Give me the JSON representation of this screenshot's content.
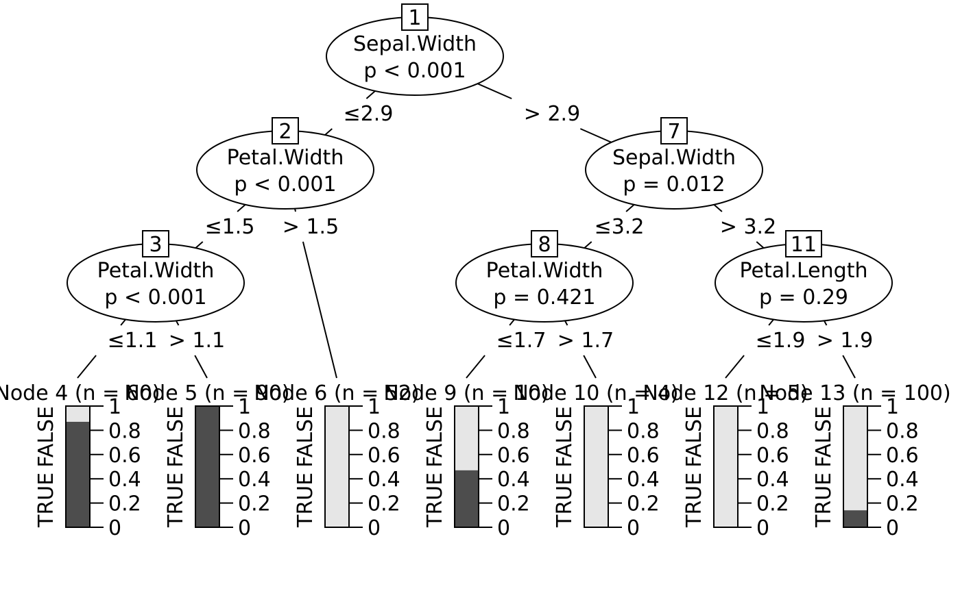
{
  "colors": {
    "true_fill": "#4d4d4d",
    "false_fill": "#e6e6e6",
    "stroke": "#000000"
  },
  "tree": {
    "inner_nodes": [
      {
        "id": "1",
        "variable": "Sepal.Width",
        "p": "p < 0.001"
      },
      {
        "id": "2",
        "variable": "Petal.Width",
        "p": "p < 0.001"
      },
      {
        "id": "3",
        "variable": "Petal.Width",
        "p": "p < 0.001"
      },
      {
        "id": "7",
        "variable": "Sepal.Width",
        "p": "p = 0.012"
      },
      {
        "id": "8",
        "variable": "Petal.Width",
        "p": "p = 0.421"
      },
      {
        "id": "11",
        "variable": "Petal.Length",
        "p": "p = 0.29"
      }
    ],
    "splits": [
      {
        "from": "1",
        "to": "2",
        "label": "≤2.9"
      },
      {
        "from": "1",
        "to": "7",
        "label": "> 2.9"
      },
      {
        "from": "2",
        "to": "3",
        "label": "≤1.5"
      },
      {
        "from": "2",
        "to": "6",
        "label": "> 1.5"
      },
      {
        "from": "3",
        "to": "4",
        "label": "≤1.1"
      },
      {
        "from": "3",
        "to": "5",
        "label": "> 1.1"
      },
      {
        "from": "7",
        "to": "8",
        "label": "≤3.2"
      },
      {
        "from": "7",
        "to": "11",
        "label": "> 3.2"
      },
      {
        "from": "8",
        "to": "9",
        "label": "≤1.7"
      },
      {
        "from": "8",
        "to": "10",
        "label": "> 1.7"
      },
      {
        "from": "11",
        "to": "12",
        "label": "≤1.9"
      },
      {
        "from": "11",
        "to": "13",
        "label": "> 1.9"
      }
    ],
    "terminal_nodes": [
      {
        "id": "4",
        "title": "Node 4 (n = 60)",
        "true_fraction": 0.87
      },
      {
        "id": "5",
        "title": "Node 5 (n = 90)",
        "true_fraction": 1.0
      },
      {
        "id": "6",
        "title": "Node 6 (n = 52)",
        "true_fraction": 0.0
      },
      {
        "id": "9",
        "title": "Node 9 (n = 10)",
        "true_fraction": 0.47
      },
      {
        "id": "10",
        "title": "Node 10 (n = 4)",
        "true_fraction": 0.0
      },
      {
        "id": "12",
        "title": "Node 12 (n = 5)",
        "true_fraction": 0.0
      },
      {
        "id": "13",
        "title": "Node 13 (n = 100)",
        "true_fraction": 0.14
      }
    ],
    "bar_labels": {
      "true": "TRUE",
      "false": "FALSE"
    },
    "y_ticks": [
      "0",
      "0.2",
      "0.4",
      "0.6",
      "0.8",
      "1"
    ]
  }
}
